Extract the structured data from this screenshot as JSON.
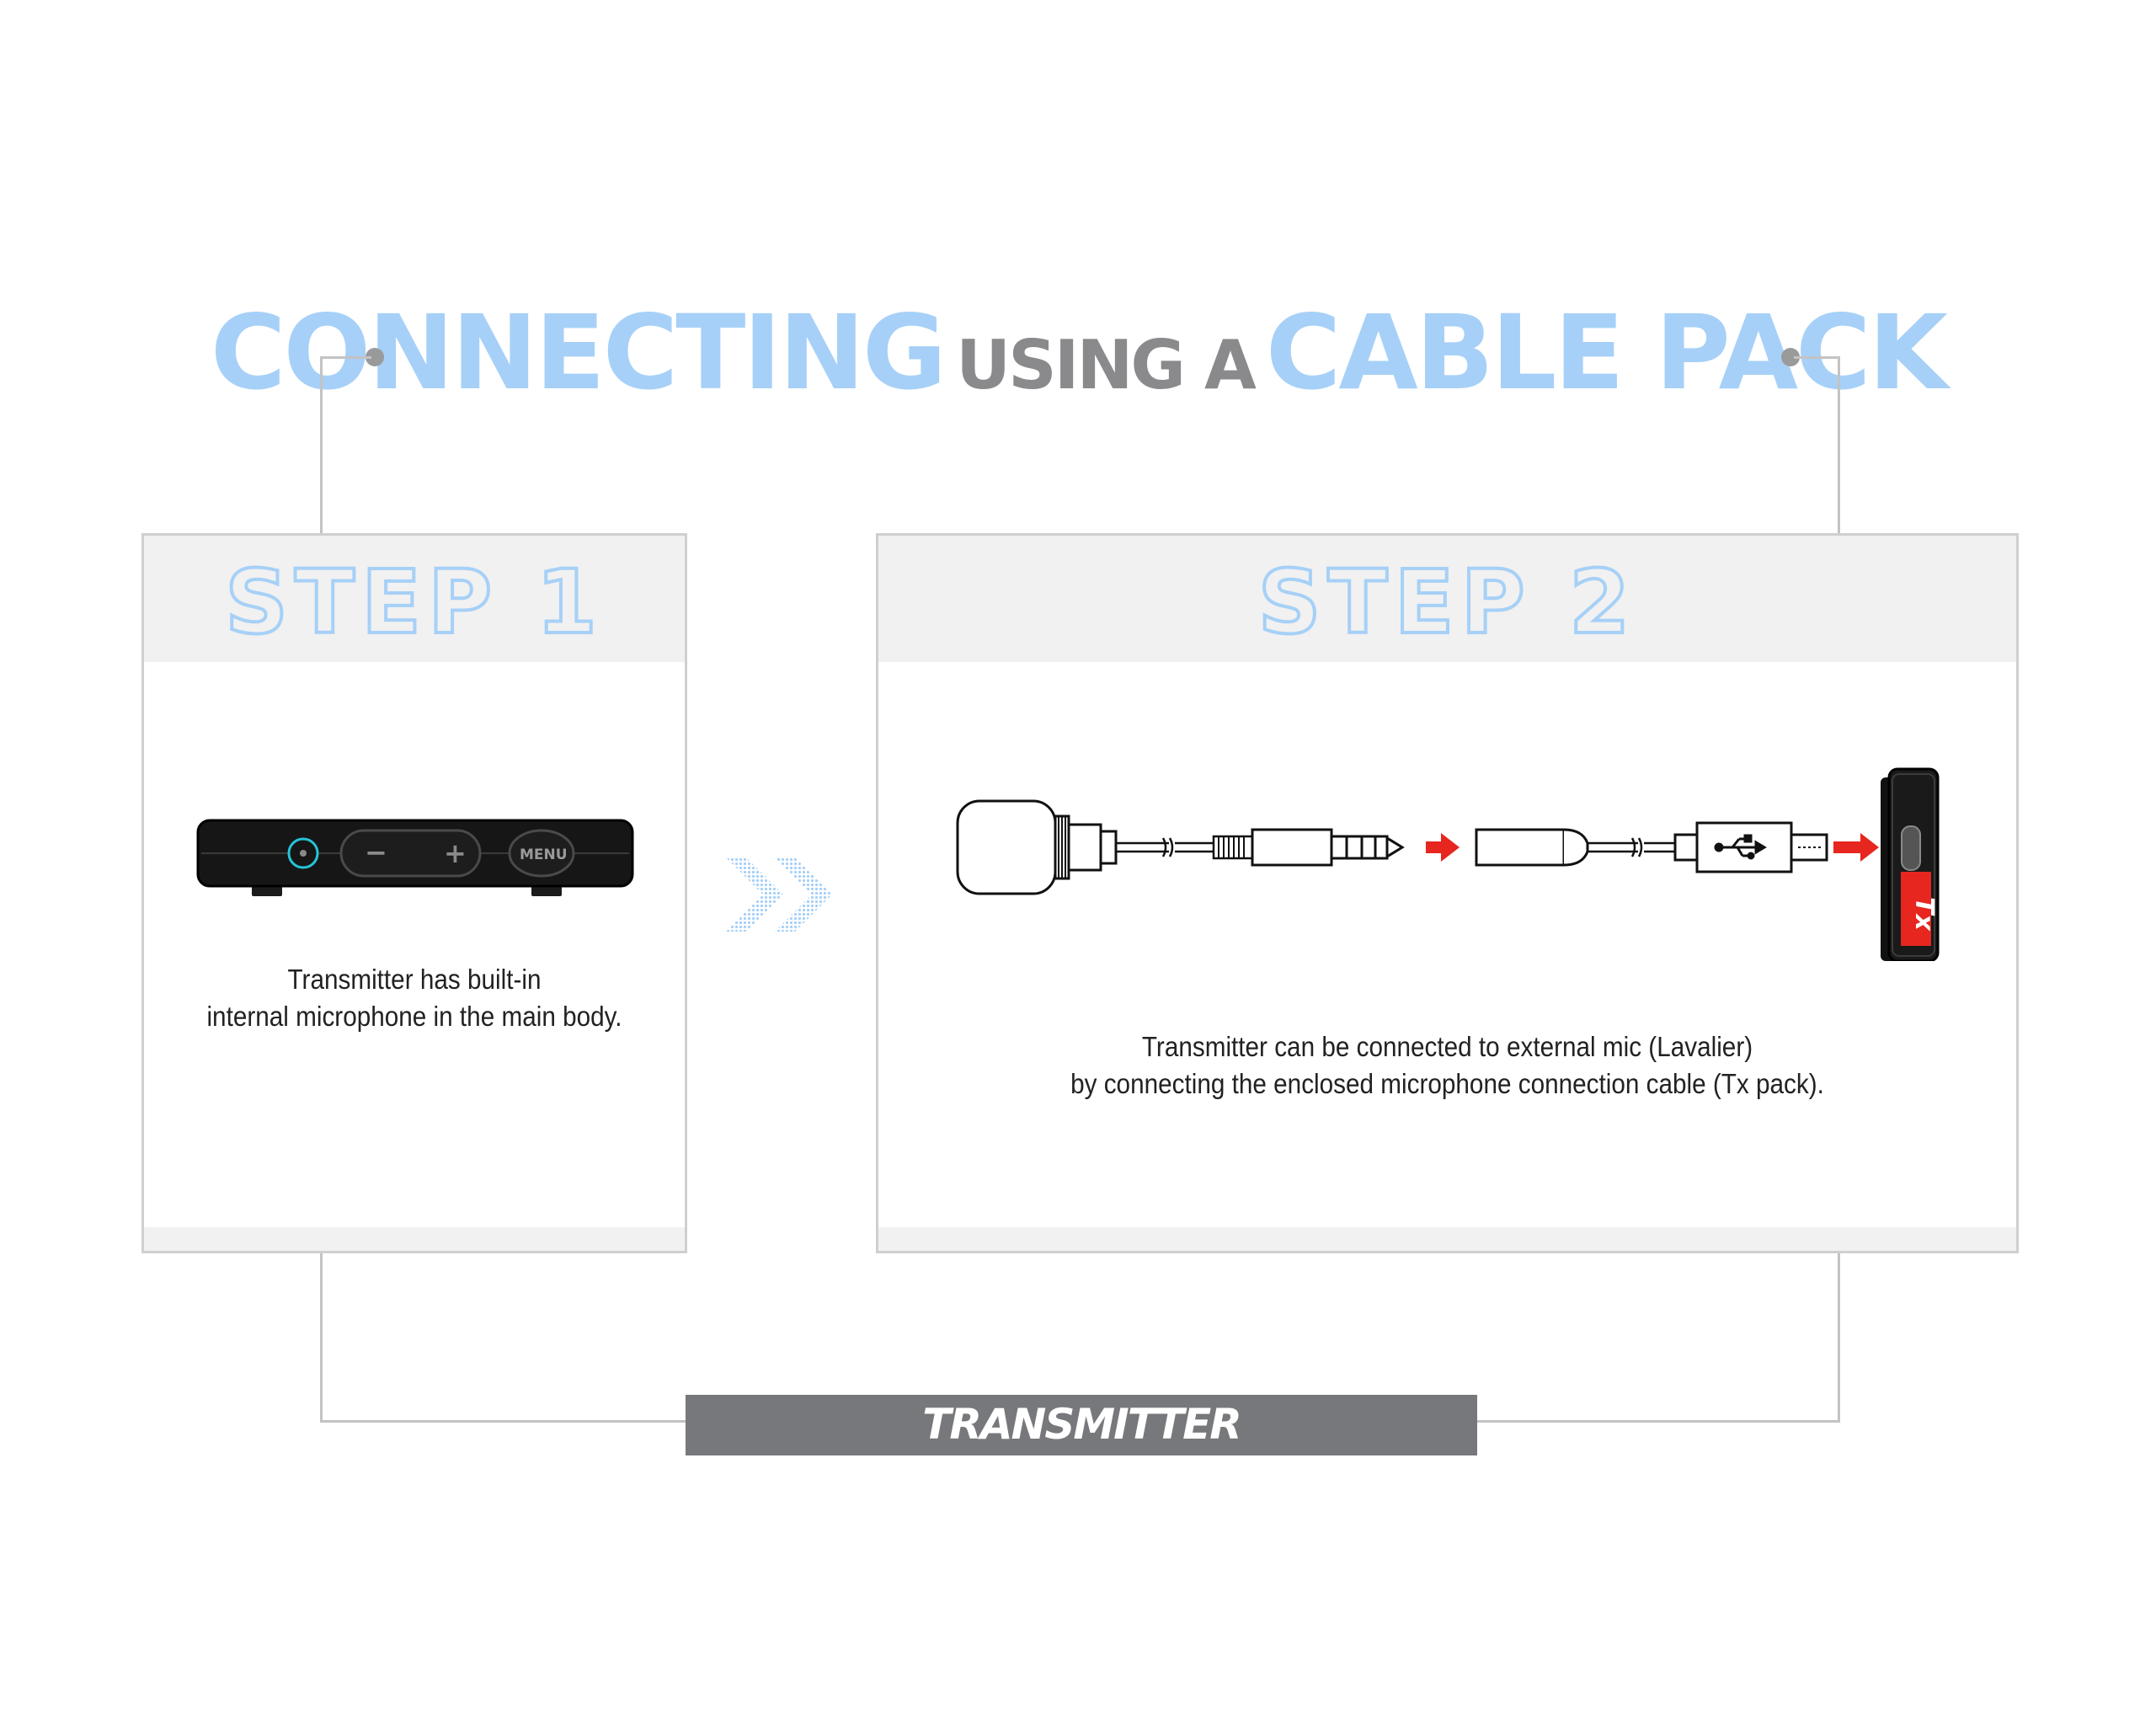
{
  "title": {
    "word1": "CONNECTING",
    "word2": "USING A",
    "word3": "CABLE PACK"
  },
  "step1": {
    "label": "STEP 1",
    "device_minus": "−",
    "device_plus": "+",
    "device_menu": "MENU",
    "caption_line1": "Transmitter has built-in",
    "caption_line2": "internal microphone in the main body."
  },
  "step2": {
    "label": "STEP 2",
    "tx_label": "Tx",
    "caption_line1": "Transmitter can be connected to external mic (Lavalier)",
    "caption_line2": "by connecting the enclosed microphone connection cable (Tx pack)."
  },
  "footer": {
    "label": "TRANSMITTER"
  },
  "colors": {
    "title_blue": "#a6d0f7",
    "title_gray": "#8a8a8c",
    "arrow_red": "#e6261f",
    "footer_gray": "#77787b"
  }
}
